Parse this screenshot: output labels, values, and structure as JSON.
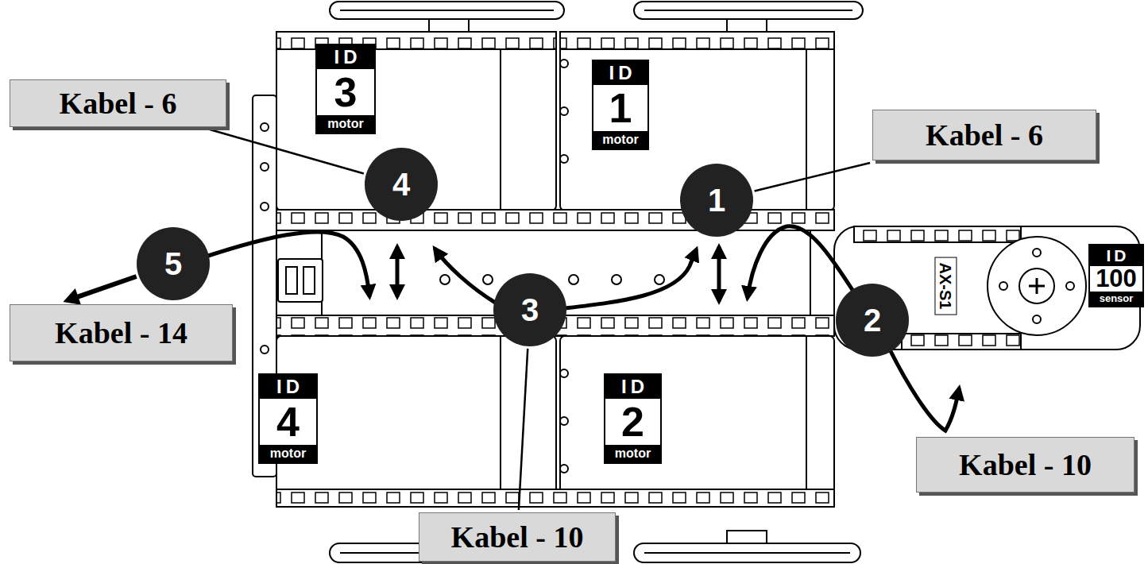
{
  "diagram": {
    "nodes": [
      {
        "text": [
          "Kabel - 6"
        ]
      },
      {
        "text": [
          "ID",
          "3",
          "motor"
        ]
      },
      {
        "text": [
          "ID",
          "1",
          "motor"
        ]
      },
      {
        "text": [
          "Kabel - 6"
        ]
      },
      {
        "text": [
          "4"
        ]
      },
      {
        "text": [
          "1"
        ]
      },
      {
        "text": [
          "5"
        ]
      },
      {
        "text": [
          "3"
        ]
      },
      {
        "text": [
          "2"
        ]
      },
      {
        "text": [
          "ID",
          "100",
          "sensor"
        ]
      },
      {
        "text": [
          "Kabel - 14"
        ]
      },
      {
        "text": [
          "ID",
          "4",
          "motor"
        ]
      },
      {
        "text": [
          "ID",
          "2",
          "motor"
        ]
      },
      {
        "text": [
          "Kabel - 10"
        ]
      },
      {
        "text": [
          "Kabel - 10"
        ]
      }
    ],
    "edges": [
      {
        "from": 0,
        "to": 4,
        "arrow": "none"
      },
      {
        "from": 5,
        "to": 3,
        "arrow": "none"
      },
      {
        "from": 6,
        "to": 10,
        "arrow": "to"
      },
      {
        "from": 14,
        "to": 7,
        "arrow": "none"
      }
    ],
    "labels": [
      "AX-S1"
    ]
  }
}
